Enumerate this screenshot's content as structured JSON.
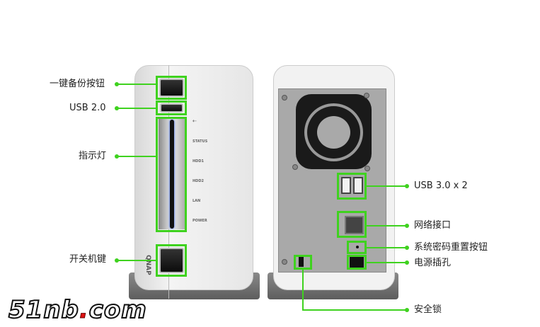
{
  "front_labels": {
    "backup_button": "一键备份按钮",
    "usb2": "USB 2.0",
    "indicators": "指示灯",
    "power_key": "开关机键"
  },
  "led_labels": [
    "STATUS",
    "HDD1",
    "HDD2",
    "LAN",
    "POWER"
  ],
  "brand_logo": "QNAP",
  "back_labels": {
    "usb3": "USB 3.0 x 2",
    "network": "网络接口",
    "reset": "系统密码重置按钮",
    "power_jack": "电源插孔",
    "lock": "安全锁"
  },
  "watermark": {
    "prefix": "51nb",
    "dot": ".",
    "suffix": "com"
  },
  "colors": {
    "highlight": "#3fd21f"
  }
}
